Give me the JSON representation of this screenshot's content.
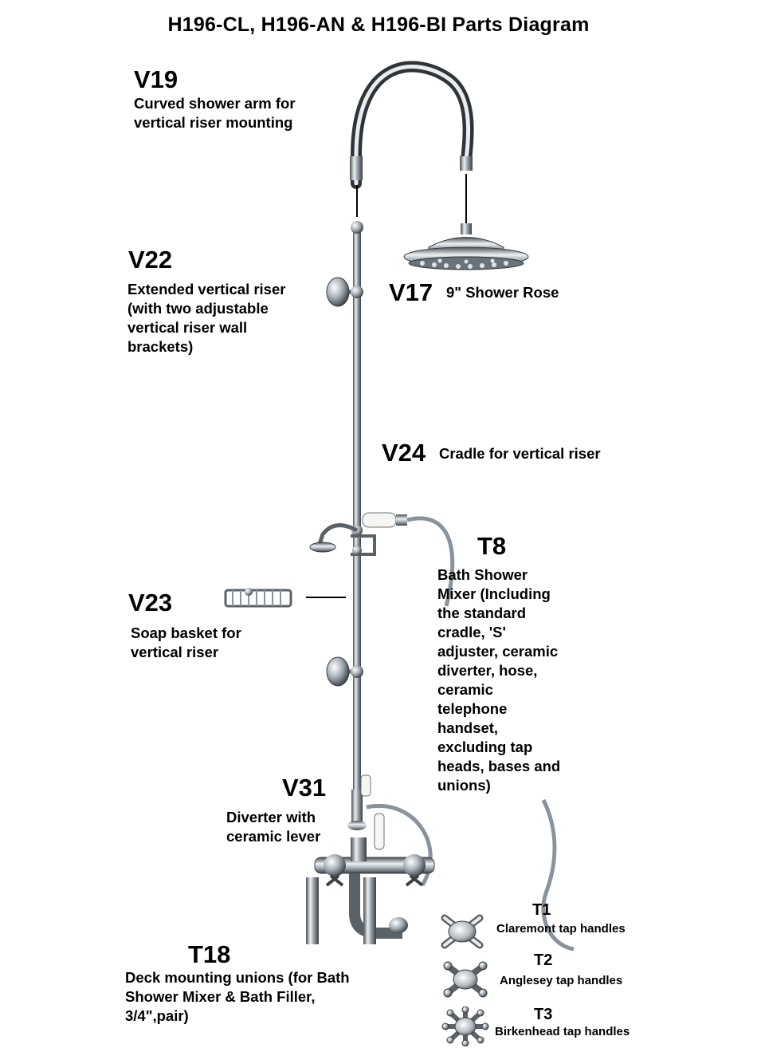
{
  "title": "H196-CL, H196-AN & H196-BI Parts Diagram",
  "parts": {
    "v19": {
      "code": "V19",
      "desc": "Curved shower arm for\nvertical riser mounting"
    },
    "v22": {
      "code": "V22",
      "desc": "Extended vertical riser\n(with two adjustable\nvertical riser wall\nbrackets)"
    },
    "v17": {
      "code": "V17",
      "desc": "9\" Shower Rose"
    },
    "v24": {
      "code": "V24",
      "desc": "Cradle for vertical riser"
    },
    "t8": {
      "code": "T8",
      "desc": "Bath Shower\nMixer (Including\nthe standard\ncradle, 'S'\nadjuster, ceramic\ndiverter, hose,\nceramic\ntelephone\nhandset,\nexcluding tap\nheads, bases and\nunions)"
    },
    "v23": {
      "code": "V23",
      "desc": "Soap basket for\nvertical riser"
    },
    "v31": {
      "code": "V31",
      "desc": "Diverter with\nceramic lever"
    },
    "t18": {
      "code": "T18",
      "desc": "Deck mounting unions (for Bath\nShower Mixer & Bath Filler,\n3/4\",pair)"
    }
  },
  "tap_handles": [
    {
      "code": "T1",
      "desc": "Claremont tap handles",
      "icon": "claremont-handle-icon"
    },
    {
      "code": "T2",
      "desc": "Anglesey tap handles",
      "icon": "anglesey-handle-icon"
    },
    {
      "code": "T3",
      "desc": "Birkenhead tap handles",
      "icon": "birkenhead-handle-icon"
    }
  ],
  "colors": {
    "chrome_dark": "#3a3f44",
    "chrome_mid": "#9aa3ab",
    "chrome_light": "#e8ecef",
    "text": "#000000"
  }
}
